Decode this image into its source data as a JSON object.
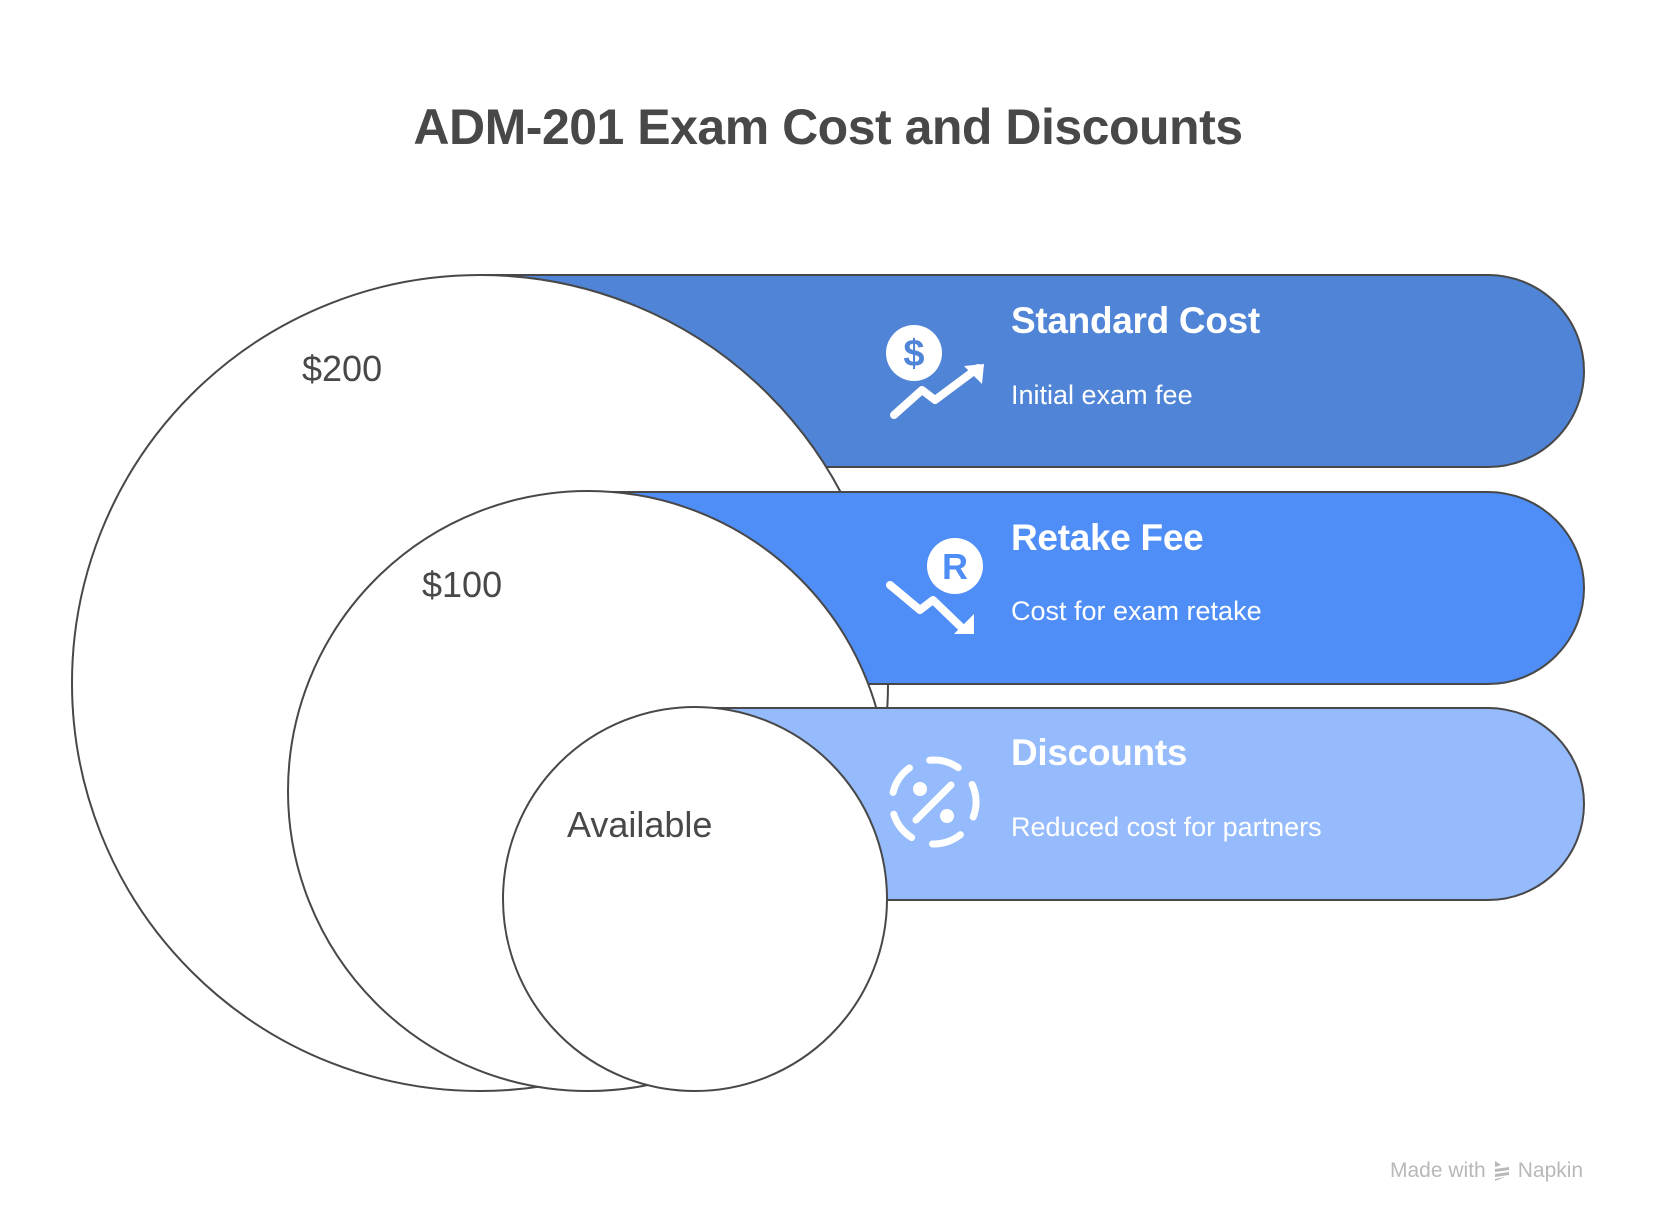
{
  "title": "ADM-201 Exam Cost and Discounts",
  "colors": {
    "stroke": "#484848",
    "band_standard": "#4F84D7",
    "band_retake": "#4F8EF7",
    "band_discounts": "#95BBFD",
    "text_dark": "#484848",
    "text_light": "#FFFFFF"
  },
  "circles": [
    {
      "label": "$200"
    },
    {
      "label": "$100"
    },
    {
      "label": "Available"
    }
  ],
  "bands": [
    {
      "title": "Standard Cost",
      "subtitle": "Initial exam fee",
      "icon": "dollar-trend-up-icon"
    },
    {
      "title": "Retake Fee",
      "subtitle": "Cost for exam retake",
      "icon": "retake-trend-down-icon"
    },
    {
      "title": "Discounts",
      "subtitle": "Reduced cost for partners",
      "icon": "percent-badge-icon"
    }
  ],
  "watermark": {
    "prefix": "Made with",
    "brand": "Napkin"
  }
}
